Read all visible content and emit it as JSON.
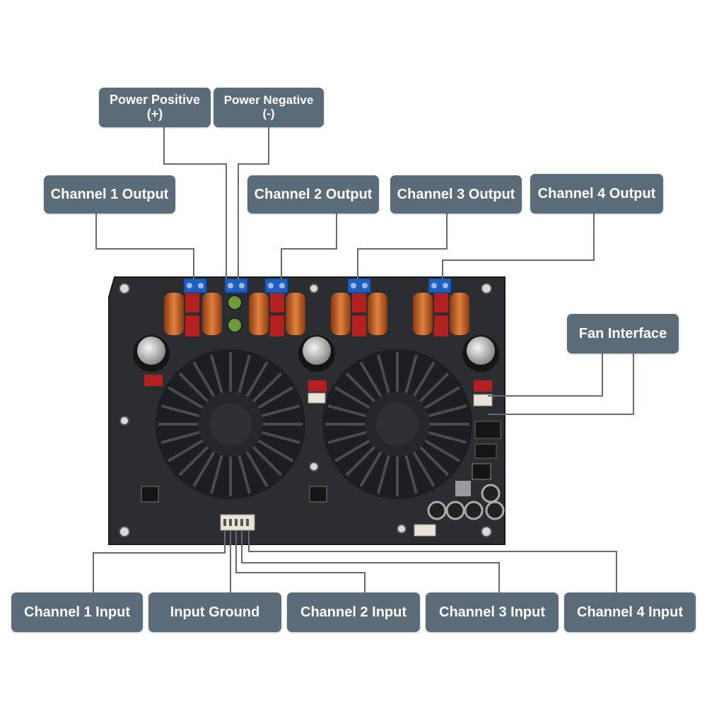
{
  "labels": {
    "power_positive": {
      "line1": "Power Positive",
      "line2": "(+)"
    },
    "power_negative": {
      "line1": "Power Negative",
      "line2": "(-)"
    },
    "ch1_output": "Channel 1 Output",
    "ch2_output": "Channel 2 Output",
    "ch3_output": "Channel 3 Output",
    "ch4_output": "Channel 4 Output",
    "fan_interface": "Fan Interface",
    "ch1_input": "Channel 1 Input",
    "input_ground": "Input Ground",
    "ch2_input": "Channel 2 Input",
    "ch3_input": "Channel 3 Input",
    "ch4_input": "Channel 4 Input"
  },
  "colors": {
    "label_bg": "#5b6b78",
    "board": "#2b2d30",
    "terminal_blue": "#1f5fbf",
    "inductor_copper": "#c8642a",
    "capacitor_red": "#b32020",
    "heatsink": "#1d1e21"
  }
}
